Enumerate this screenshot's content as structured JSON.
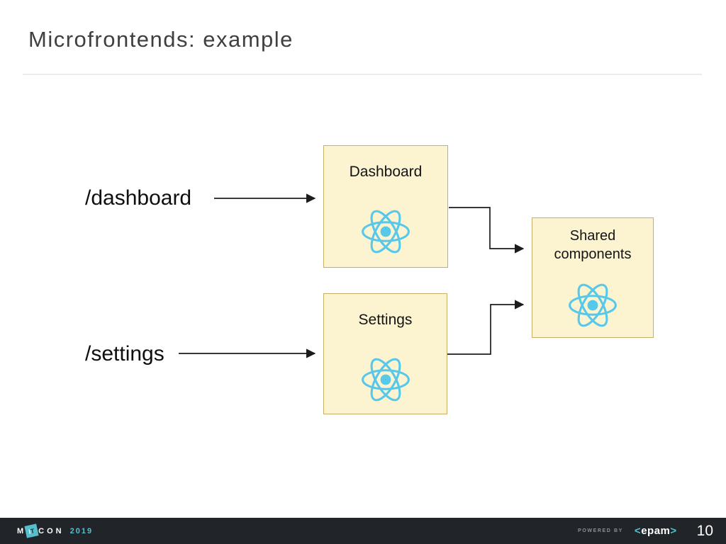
{
  "slide": {
    "title": "Microfrontends: example",
    "page_number": "10"
  },
  "diagram": {
    "routes": [
      {
        "label": "/dashboard"
      },
      {
        "label": "/settings"
      }
    ],
    "nodes": [
      {
        "label": "Dashboard",
        "icon": "react-logo-icon"
      },
      {
        "label": "Settings",
        "icon": "react-logo-icon"
      },
      {
        "label": "Shared components",
        "icon": "react-logo-icon"
      }
    ],
    "edges": [
      {
        "from": "/dashboard",
        "to": "Dashboard"
      },
      {
        "from": "/settings",
        "to": "Settings"
      },
      {
        "from": "Dashboard",
        "to": "Shared components"
      },
      {
        "from": "Settings",
        "to": "Shared components"
      }
    ]
  },
  "footer": {
    "logo": {
      "m": "M",
      "i": "I",
      "t": "T",
      "con": "CON",
      "year": "2019"
    },
    "powered_by_label": "POWERED BY",
    "epam": {
      "open": "<",
      "name": "epam",
      "close": ">"
    }
  },
  "colors": {
    "node_fill": "#fcf3d1",
    "node_border": "#c9ae67",
    "react_blue": "#57c8e9",
    "footer_bg": "#212529",
    "accent_teal": "#56bfce",
    "connector": "#1c1c1c"
  }
}
